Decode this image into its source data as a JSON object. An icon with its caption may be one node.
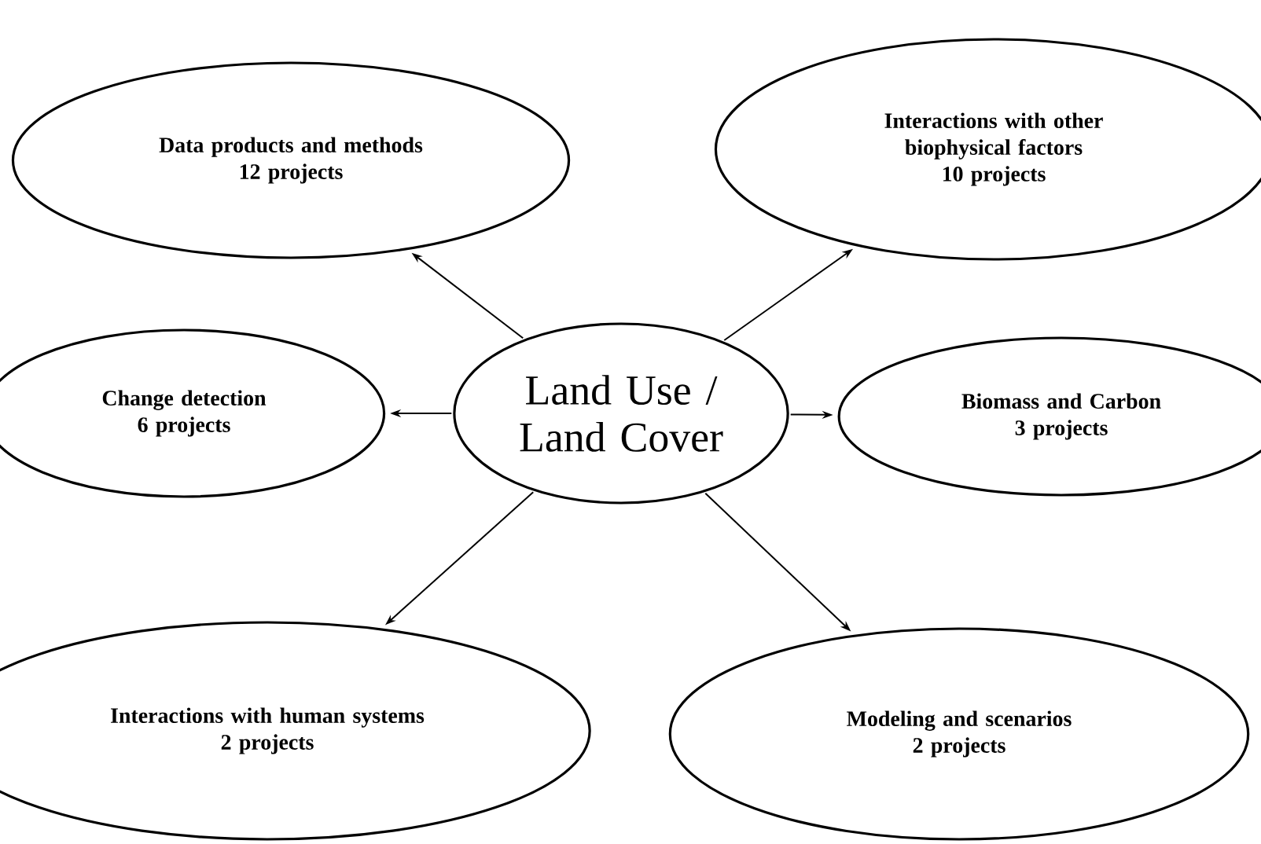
{
  "diagram": {
    "nodes": [
      {
        "text": [
          "Land Use / Land Cover"
        ]
      },
      {
        "text": [
          "Data products and methods",
          "12 projects"
        ]
      },
      {
        "text": [
          "Interactions with other biophysical factors",
          "10 projects"
        ]
      },
      {
        "text": [
          "Change detection",
          "6 projects"
        ]
      },
      {
        "text": [
          "Biomass and Carbon",
          "3 projects"
        ]
      },
      {
        "text": [
          "Interactions with human systems",
          "2 projects"
        ]
      },
      {
        "text": [
          "Modeling and  scenarios",
          "2 projects"
        ]
      }
    ],
    "edges": [
      {
        "from": 0,
        "to": 1,
        "arrow": "to"
      },
      {
        "from": 0,
        "to": 2,
        "arrow": "to"
      },
      {
        "from": 0,
        "to": 3,
        "arrow": "to"
      },
      {
        "from": 0,
        "to": 4,
        "arrow": "to"
      },
      {
        "from": 0,
        "to": 5,
        "arrow": "to"
      },
      {
        "from": 0,
        "to": 6,
        "arrow": "to"
      }
    ]
  }
}
